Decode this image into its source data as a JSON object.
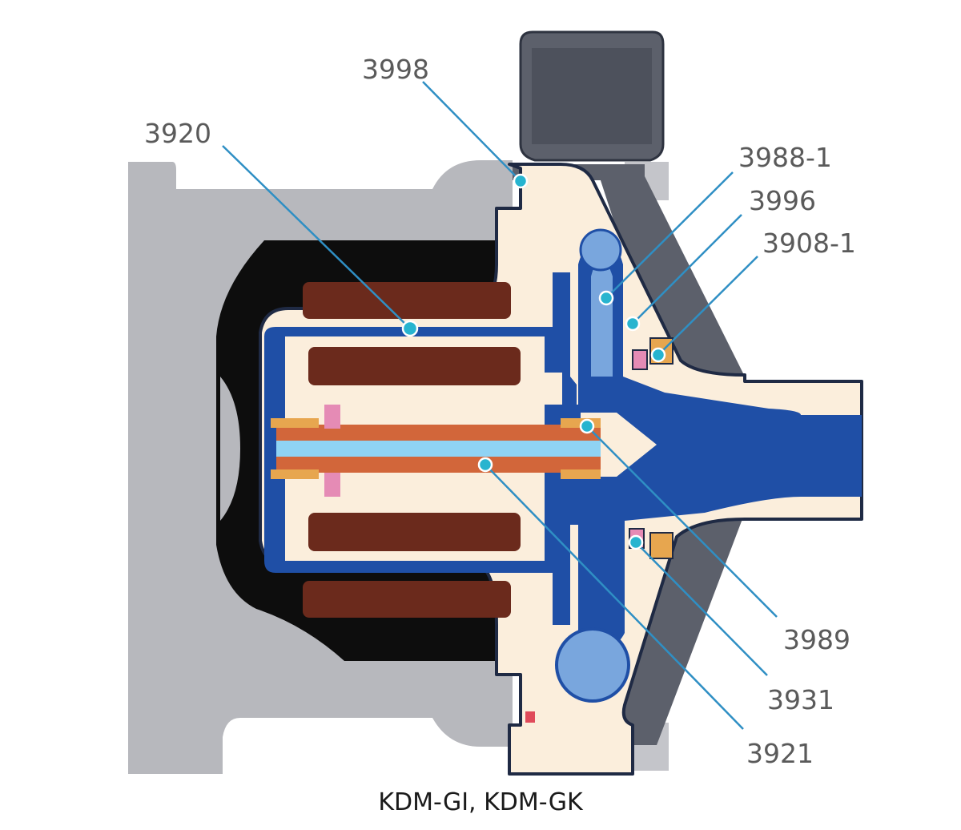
{
  "callouts": [
    {
      "id": "3998",
      "text": "3998"
    },
    {
      "id": "3920",
      "text": "3920"
    },
    {
      "id": "3988-1",
      "text": "3988-1"
    },
    {
      "id": "3996",
      "text": "3996"
    },
    {
      "id": "3908-1",
      "text": "3908-1"
    },
    {
      "id": "3989",
      "text": "3989"
    },
    {
      "id": "3931",
      "text": "3931"
    },
    {
      "id": "3921",
      "text": "3921"
    }
  ],
  "caption": "KDM-GI, KDM-GK",
  "colors": {
    "housing_grey": "#b7b8bd",
    "casing_dark": "#5c606b",
    "cream": "#fbeedc",
    "blue": "#1f4fa6",
    "light_blue": "#79a6dd",
    "magnet": "#6b2a1c",
    "shaft_orange": "#d2663a",
    "shaft_core": "#8fd3f4",
    "seal_pink": "#e58bb5",
    "seal_orange": "#e7a64f",
    "leader": "#2f8fc4",
    "dot": "#27b4cf"
  }
}
